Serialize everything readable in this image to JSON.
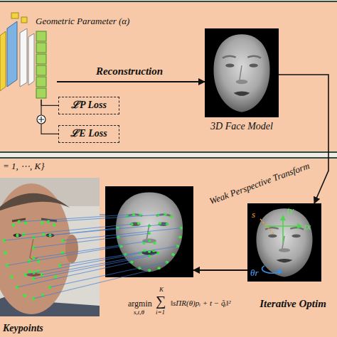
{
  "diagram": {
    "nodes": [
      {
        "text": [
          "Geometric Parameter (α)"
        ]
      },
      {
        "text": [
          "ℒP Loss"
        ]
      },
      {
        "text": [
          "ℒE Loss"
        ]
      },
      {
        "text": [
          "3D Face Model"
        ]
      },
      {
        "text": [
          "= 1, ⋯, K}",
          "Keypoints"
        ]
      },
      {
        "text": [
          "argmin",
          "s,t,θ",
          "K",
          "∑",
          "i=1",
          "‖sΠR(θ)pᵢ + t − q̃ᵢ‖²"
        ]
      },
      {
        "text": [
          "tx",
          "ty",
          "s",
          "θr"
        ]
      }
    ],
    "edges": [
      {
        "from": 0,
        "to": 3,
        "arrow": "to",
        "label": "Reconstruction"
      },
      {
        "from": 0,
        "to": 1,
        "arrow": "none"
      },
      {
        "from": 0,
        "to": 2,
        "arrow": "none"
      },
      {
        "from": 3,
        "to": 6,
        "arrow": "to",
        "label": "Weak Perspective Transform"
      },
      {
        "from": 4,
        "to": 5,
        "arrow": "none"
      },
      {
        "from": 6,
        "to": 5,
        "arrow": "to",
        "label": "Iterative Optim"
      }
    ]
  }
}
